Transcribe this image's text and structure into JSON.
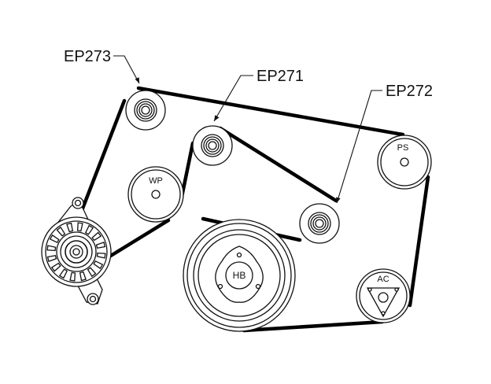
{
  "callouts": {
    "ep273": "EP273",
    "ep271": "EP271",
    "ep272": "EP272"
  },
  "pulleys": {
    "wp": "WP",
    "ps": "PS",
    "hb": "HB",
    "ac": "AC"
  },
  "colors": {
    "line": "#111111",
    "belt": "#000000",
    "fill": "#ffffff"
  }
}
